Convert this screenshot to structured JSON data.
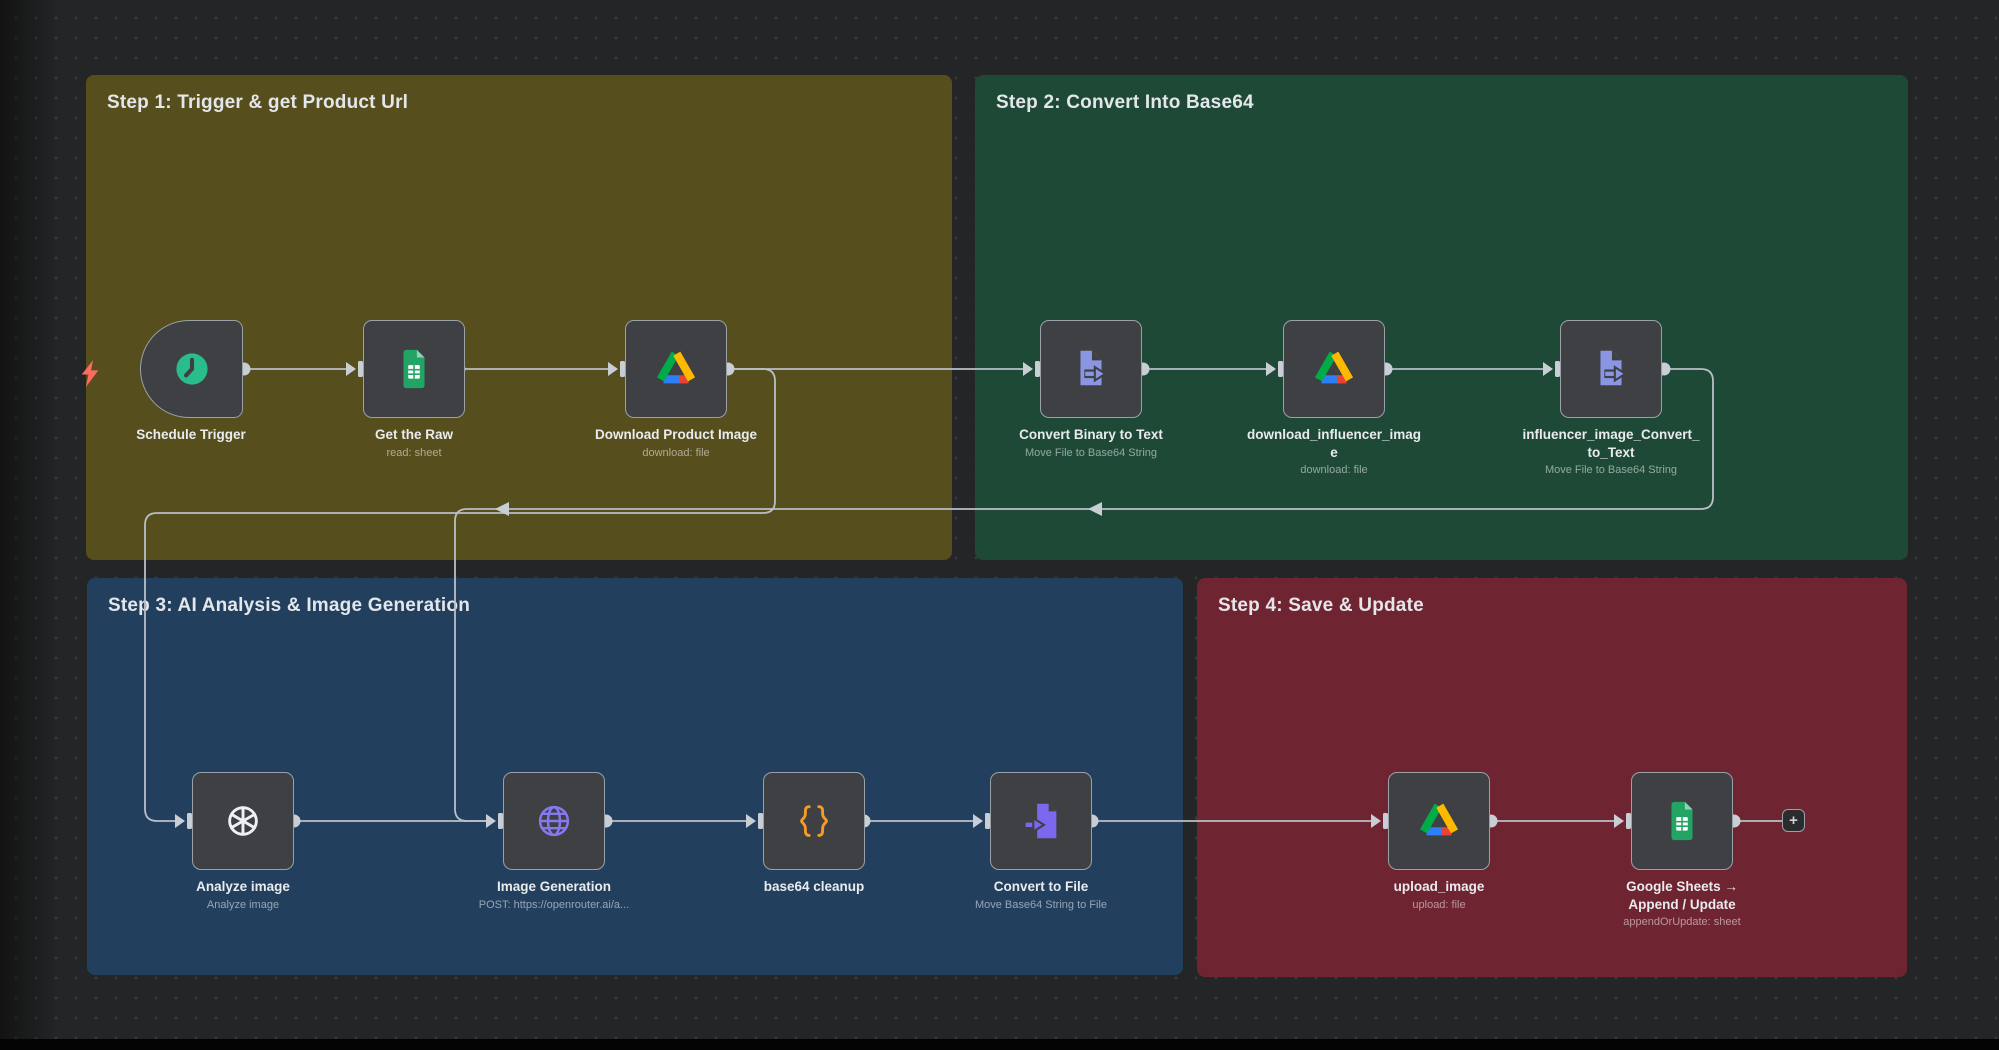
{
  "groups": [
    {
      "label": "Step 1: Trigger & get Product Url",
      "color": "#574e1e"
    },
    {
      "label": "Step 2: Convert Into Base64",
      "color": "#1d4936"
    },
    {
      "label": "Step 3: AI Analysis & Image Generation",
      "color": "#22405e"
    },
    {
      "label": "Step 4: Save & Update",
      "color": "#6f2432"
    }
  ],
  "nodes": [
    {
      "name": "Schedule Trigger",
      "subtitle": "",
      "icon": "clock-icon",
      "type": "trigger"
    },
    {
      "name": "Get the Raw",
      "subtitle": "read: sheet",
      "icon": "google-sheets-icon"
    },
    {
      "name": "Download Product Image",
      "subtitle": "download: file",
      "icon": "google-drive-icon"
    },
    {
      "name": "Convert Binary to Text",
      "subtitle": "Move File to Base64 String",
      "icon": "extract-from-file-icon"
    },
    {
      "name": "download_influencer_image",
      "subtitle": "download: file",
      "icon": "google-drive-icon"
    },
    {
      "name": "influencer_image_Convert_to_Text",
      "subtitle": "Move File to Base64 String",
      "icon": "extract-from-file-icon"
    },
    {
      "name": "Analyze image",
      "subtitle": "Analyze image",
      "icon": "openai-icon"
    },
    {
      "name": "Image Generation",
      "subtitle": "POST: https://openrouter.ai/a...",
      "icon": "globe-icon"
    },
    {
      "name": "base64 cleanup",
      "subtitle": "",
      "icon": "code-braces-icon"
    },
    {
      "name": "Convert to File",
      "subtitle": "Move Base64 String to File",
      "icon": "file-import-icon"
    },
    {
      "name": "upload_image",
      "subtitle": "upload: file",
      "icon": "google-drive-icon"
    },
    {
      "name": "Google Sheets →\nAppend / Update",
      "subtitle": "appendOrUpdate: sheet",
      "icon": "google-sheets-icon"
    }
  ],
  "connections": [
    [
      "Schedule Trigger",
      "Get the Raw"
    ],
    [
      "Get the Raw",
      "Download Product Image"
    ],
    [
      "Download Product Image",
      "Convert Binary to Text"
    ],
    [
      "Download Product Image",
      "Analyze image"
    ],
    [
      "Convert Binary to Text",
      "download_influencer_image"
    ],
    [
      "download_influencer_image",
      "influencer_image_Convert_to_Text"
    ],
    [
      "influencer_image_Convert_to_Text",
      "Image Generation"
    ],
    [
      "Analyze image",
      "Image Generation"
    ],
    [
      "Image Generation",
      "base64 cleanup"
    ],
    [
      "base64 cleanup",
      "Convert to File"
    ],
    [
      "Convert to File",
      "upload_image"
    ],
    [
      "upload_image",
      "Google Sheets → Append / Update"
    ]
  ],
  "plus_button": {
    "label": "+"
  },
  "colors": {
    "canvas_bg": "#242526",
    "wire": "#b9bfc7",
    "node_fill": "#3e4043",
    "node_border": "#9ba1a8",
    "trigger_bolt": "#ff6b5c",
    "clock_teal": "#2abd8c",
    "sheets_green": "#21a464",
    "drive_green": "#00ac47",
    "drive_yellow": "#ffba00",
    "drive_blue": "#2d7ff7",
    "drive_red": "#ea4335",
    "extract_periwinkle": "#8b96e2",
    "convert_purple": "#7b68ee",
    "globe_purple": "#8679ef",
    "code_orange": "#f59b26",
    "openai_white": "#eef1f4"
  }
}
